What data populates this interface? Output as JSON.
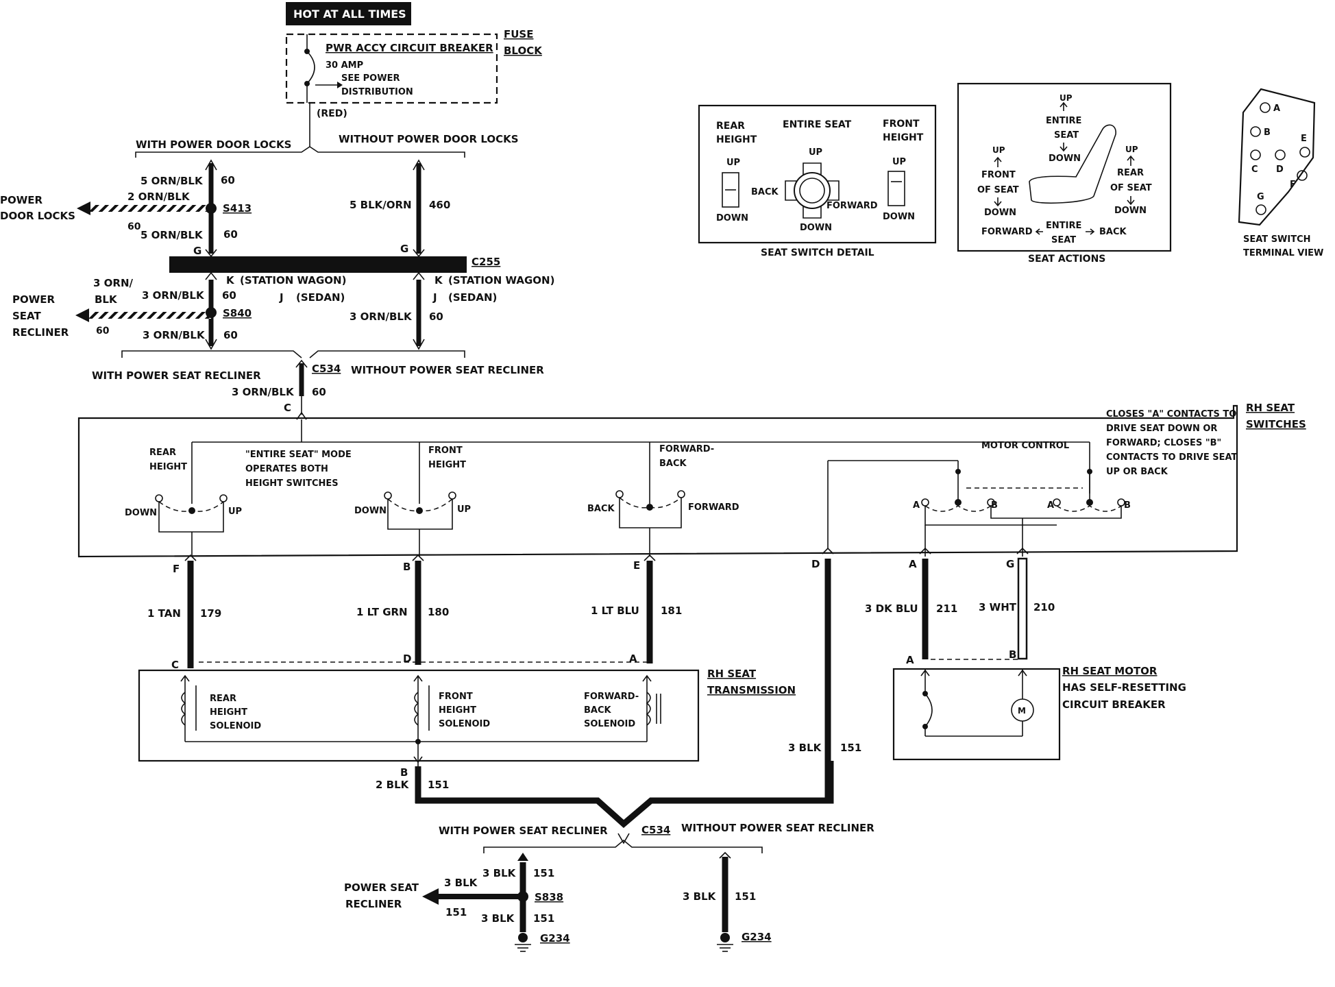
{
  "header": {
    "hot_at_all_times": "HOT AT ALL TIMES",
    "circuit_breaker": "PWR ACCY CIRCUIT BREAKER",
    "amp": "30 AMP",
    "see_power": "SEE POWER",
    "distribution": "DISTRIBUTION",
    "fuse": "FUSE",
    "block": "BLOCK",
    "red": "(RED)"
  },
  "door_locks": {
    "with": "WITH POWER DOOR LOCKS",
    "without": "WITHOUT POWER DOOR LOCKS",
    "power_1": "POWER",
    "power_2": "DOOR LOCKS",
    "w1_label": "5 ORN/BLK",
    "w1_num": "60",
    "w2_label": "2 ORN/BLK",
    "w3_num": "60",
    "w4_label": "5 ORN/BLK",
    "w4_num": "60",
    "splice": "S413",
    "right_label": "5 BLK/ORN",
    "right_num": "460"
  },
  "c255": {
    "name": "C255",
    "g_left": "G",
    "g_right": "G",
    "k_left": "K",
    "k_right": "K",
    "station_wagon": "(STATION WAGON)",
    "j_left": "J",
    "j_right": "J",
    "sedan": "(SEDAN)"
  },
  "recliner_top": {
    "power_1": "POWER",
    "power_2": "SEAT",
    "power_3": "RECLINER",
    "orn_1": "3 ORN/",
    "blk": "BLK",
    "w1_label": "3 ORN/BLK",
    "w1_num": "60",
    "w2_num": "60",
    "w3_label": "3 ORN/BLK",
    "w3_num": "60",
    "splice": "S840",
    "right_label": "3 ORN/BLK",
    "right_num": "60",
    "with": "WITH POWER SEAT RECLINER",
    "without": "WITHOUT POWER SEAT RECLINER",
    "connector": "C534",
    "c_label": "3 ORN/BLK",
    "c_num": "60",
    "c_pin": "C"
  },
  "switch_detail": {
    "rear_1": "REAR",
    "rear_2": "HEIGHT",
    "entire": "ENTIRE SEAT",
    "front_1": "FRONT",
    "front_2": "HEIGHT",
    "up_l": "UP",
    "down_l": "DOWN",
    "up_m": "UP",
    "down_m": "DOWN",
    "up_r": "UP",
    "down_r": "DOWN",
    "back": "BACK",
    "forward": "FORWARD",
    "caption": "SEAT SWITCH DETAIL"
  },
  "seat_actions": {
    "up_1": "UP",
    "entire_1": "ENTIRE",
    "seat_1": "SEAT",
    "down_1": "DOWN",
    "up_f": "UP",
    "front": "FRONT",
    "of_seat_f": "OF SEAT",
    "down_f": "DOWN",
    "up_r": "UP",
    "rear": "REAR",
    "of_seat_r": "OF SEAT",
    "down_r": "DOWN",
    "forward": "FORWARD",
    "entire_2": "ENTIRE",
    "seat_2": "SEAT",
    "back": "BACK",
    "caption": "SEAT ACTIONS"
  },
  "terminal_view": {
    "a": "A",
    "b": "B",
    "c": "C",
    "d": "D",
    "e": "E",
    "f": "F",
    "g": "G",
    "cap_1": "SEAT SWITCH",
    "cap_2": "TERMINAL VIEW"
  },
  "switches": {
    "title_1": "RH SEAT",
    "title_2": "SWITCHES",
    "closes_1": "CLOSES \"A\" CONTACTS TO",
    "closes_2": "DRIVE SEAT DOWN OR",
    "closes_3": "FORWARD; CLOSES \"B\"",
    "closes_4": "CONTACTS TO DRIVE SEAT",
    "closes_5": "UP OR BACK",
    "rear_1": "REAR",
    "rear_2": "HEIGHT",
    "mode_1": "\"ENTIRE SEAT\" MODE",
    "mode_2": "OPERATES BOTH",
    "mode_3": "HEIGHT SWITCHES",
    "front_1": "FRONT",
    "front_2": "HEIGHT",
    "fwdback_1": "FORWARD-",
    "fwdback_2": "BACK",
    "motor_control": "MOTOR CONTROL",
    "down_1": "DOWN",
    "up_1": "UP",
    "down_2": "DOWN",
    "up_2": "UP",
    "back": "BACK",
    "forward": "FORWARD",
    "a1": "A",
    "b1": "B",
    "a2": "A",
    "b2": "B"
  },
  "wires": {
    "f_pin": "F",
    "f_label": "1 TAN",
    "f_num": "179",
    "f_end": "C",
    "b_pin": "B",
    "b_label": "1 LT GRN",
    "b_num": "180",
    "b_end": "D",
    "e_pin": "E",
    "e_label": "1 LT BLU",
    "e_num": "181",
    "e_end": "A",
    "d_pin": "D",
    "a_pin": "A",
    "a_label": "3 DK BLU",
    "a_num": "211",
    "a_end": "A",
    "g_pin": "G",
    "g_label": "3 WHT",
    "g_num": "210",
    "g_end": "B"
  },
  "transmission": {
    "title_1": "RH SEAT",
    "title_2": "TRANSMISSION",
    "rear_1": "REAR",
    "rear_2": "HEIGHT",
    "rear_3": "SOLENOID",
    "front_1": "FRONT",
    "front_2": "HEIGHT",
    "front_3": "SOLENOID",
    "fwd_1": "FORWARD-",
    "fwd_2": "BACK",
    "fwd_3": "SOLENOID"
  },
  "motor": {
    "title": "RH SEAT MOTOR",
    "line_2": "HAS SELF-RESETTING",
    "line_3": "CIRCUIT BREAKER",
    "m": "M"
  },
  "ground": {
    "b_pin": "B",
    "left_label": "2 BLK",
    "left_num": "151",
    "right_label": "3 BLK",
    "right_num": "151",
    "with": "WITH POWER SEAT RECLINER",
    "without": "WITHOUT POWER SEAT RECLINER",
    "connector": "C534",
    "recliner_1": "POWER SEAT",
    "recliner_2": "RECLINER",
    "r_label": "3 BLK",
    "r_num": "151",
    "up_label": "3 BLK",
    "up_num": "151",
    "lo_label": "3 BLK",
    "lo_num": "151",
    "splice": "S838",
    "g_left": "G234",
    "wo_label": "3 BLK",
    "wo_num": "151",
    "g_right": "G234"
  }
}
